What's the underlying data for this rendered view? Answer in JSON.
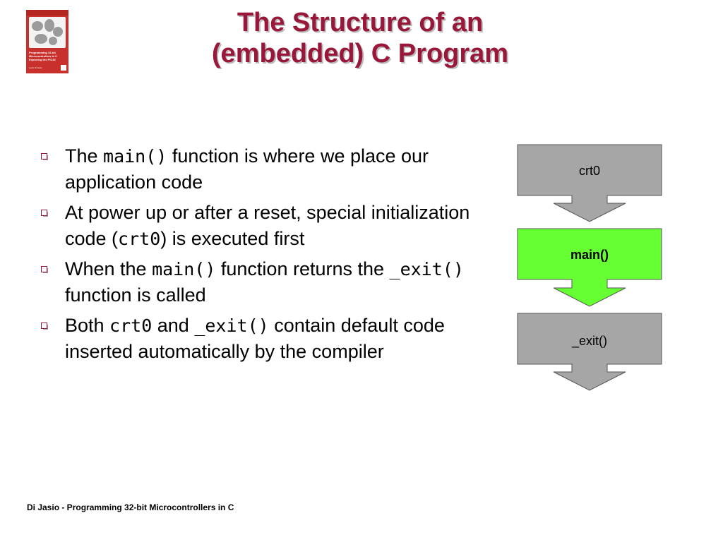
{
  "slide": {
    "title_line1": "The Structure of an",
    "title_line2": "(embedded) C Program",
    "footer": "Di Jasio - Programming 32-bit Microcontrollers in C"
  },
  "book_cover": {
    "title": "Programming 32-bit Microcontrollers in C Exploring the PIC32",
    "author": "Lucio Di Jasio"
  },
  "bullets": [
    {
      "parts": [
        "The ",
        "main()",
        " function is where we place our application code"
      ]
    },
    {
      "parts": [
        "At power up or after a reset, special initialization code (",
        "crt0",
        ") is executed first"
      ]
    },
    {
      "parts": [
        "When the ",
        "main()",
        " function returns the ",
        "_exit()",
        " function is called"
      ]
    },
    {
      "parts": [
        "Both ",
        "crt0",
        " and ",
        "_exit()",
        " contain default code inserted automatically by the compiler"
      ]
    }
  ],
  "flow": {
    "blocks": [
      {
        "label": "crt0",
        "color": "#a6a6a6",
        "bold": false
      },
      {
        "label": "main()",
        "color": "#66ff33",
        "bold": true
      },
      {
        "label": "_exit()",
        "color": "#a6a6a6",
        "bold": false
      }
    ]
  },
  "colors": {
    "title": "#99183a",
    "bullet_box": "#99183a"
  }
}
